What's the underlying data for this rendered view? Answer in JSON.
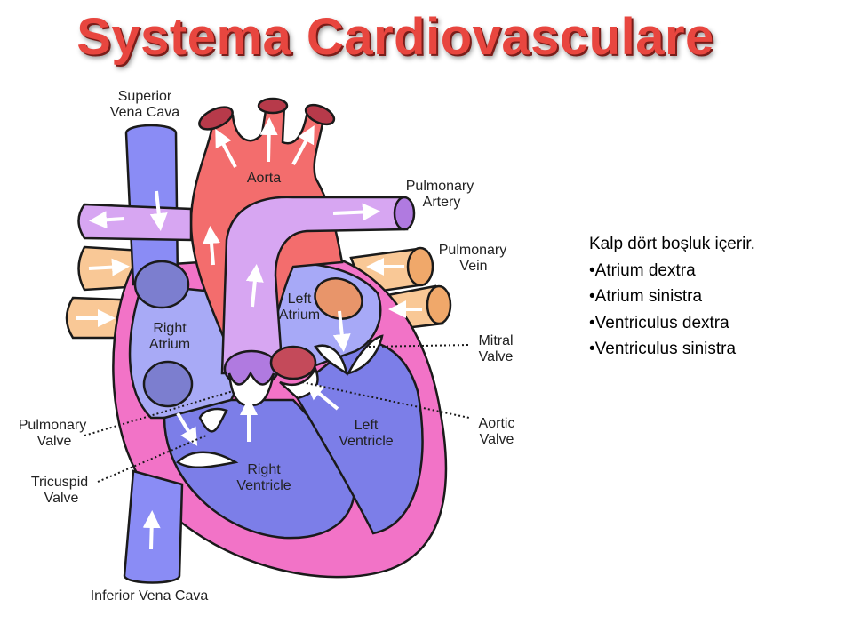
{
  "slide": {
    "title": "Systema Cardiovasculare"
  },
  "diagram": {
    "labels": {
      "superior_vena_cava": [
        "Superior",
        "Vena Cava"
      ],
      "aorta": "Aorta",
      "pulmonary_artery": [
        "Pulmonary",
        "Artery"
      ],
      "pulmonary_vein": [
        "Pulmonary",
        "Vein"
      ],
      "left_atrium": [
        "Left",
        "Atrium"
      ],
      "right_atrium": [
        "Right",
        "Atrium"
      ],
      "mitral_valve": [
        "Mitral",
        "Valve"
      ],
      "aortic_valve": [
        "Aortic",
        "Valve"
      ],
      "left_ventricle": [
        "Left",
        "Ventricle"
      ],
      "right_ventricle": [
        "Right",
        "Ventricle"
      ],
      "pulmonary_valve": [
        "Pulmonary",
        "Valve"
      ],
      "tricuspid_valve": [
        "Tricuspid",
        "Valve"
      ],
      "inferior_vena_cava": "Inferior Vena Cava"
    },
    "colors": {
      "deoxygenated_vessel": "#8a8cf5",
      "pulmonary_artery": "#d7a6f2",
      "aorta": "#f36d6d",
      "pulmonary_vein": "#f9c896",
      "heart_wall": "#f273c7",
      "right_chamber": "#a8aaf6",
      "ventricle": "#7c7ee8",
      "left_atrium": "#a7a9f7",
      "title_red": "#e8463f"
    }
  },
  "notes": {
    "intro": "Kalp  dört boşluk içerir.",
    "items": [
      "•Atrium dextra",
      "•Atrium sinistra",
      "•Ventriculus dextra",
      "•Ventriculus sinistra"
    ]
  }
}
